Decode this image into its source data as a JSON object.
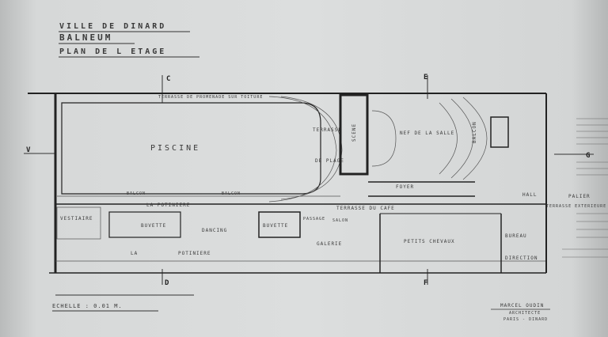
{
  "title": {
    "town": "VILLE DE DINARD",
    "building": "BALNEUM",
    "sheet": "PLAN DE L ETAGE"
  },
  "rooms": {
    "pool": "PISCINE",
    "terraces": "TERRASSE",
    "plage": "DE PLAGE",
    "stage": "SCENE",
    "hall": "NEF DE LA SALLE",
    "balcony": "BALCON",
    "foyer": "FOYER",
    "dancing": "DANCING",
    "potiniere_1": "LA POTINIERE",
    "potiniere_2": "LA",
    "potiniere_3": "POTINIERE",
    "buvette": "BUVETTE",
    "vestiaire": "VESTIAIRE",
    "terrasse_cafe": "TERRASSE DU CAFE",
    "galerie": "GALERIE",
    "petits_chevaux": "PETITS CHEVAUX",
    "salon": "SALON",
    "hall_entry": "HALL",
    "palier": "PALIER",
    "bureau": "BUREAU",
    "direction": "DIRECTION",
    "balcon_1": "BALCON",
    "balcon_2": "BALCON",
    "promenade": "TERRASSE DE PROMENADE SUR TOITURE",
    "passage": "PASSAGE",
    "exterieur": "TERRASSE EXTERIEURE"
  },
  "section_marks": {
    "c": "C",
    "d": "D",
    "e": "E",
    "f": "F",
    "v": "V",
    "g": "G"
  },
  "scale": {
    "label": "ECHELLE : 0.01 M."
  },
  "signature": {
    "name": "MARCEL OUDIN",
    "role": "ARCHITECTE",
    "place": "PARIS - DINARD"
  }
}
